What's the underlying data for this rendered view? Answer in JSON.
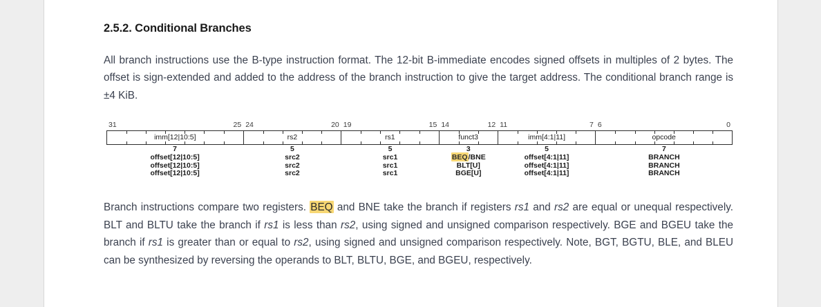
{
  "document": {
    "section_number_title": "2.5.2. Conditional Branches",
    "paragraph_1": "All branch instructions use the B-type instruction format. The 12-bit B-immediate encodes signed offsets in multiples of 2 bytes. The offset is sign-extended and added to the address of the branch instruction to give the target address. The conditional branch range is ±4 KiB.",
    "paragraph_2_parts": {
      "before_highlight": "Branch instructions compare two registers. ",
      "highlight": "BEQ",
      "after_highlight_1": " and BNE take the branch if registers ",
      "rs1_a": "rs1",
      "mid_1": " and ",
      "rs2_a": "rs2",
      "mid_2": " are equal or unequal respectively. BLT and BLTU take the branch if ",
      "rs1_b": "rs1",
      "mid_3": " is less than ",
      "rs2_b": "rs2",
      "mid_4": ", using signed and unsigned comparison respectively. BGE and BGEU take the branch if ",
      "rs1_c": "rs1",
      "mid_5": " is greater than or equal to ",
      "rs2_c": "rs2",
      "tail": ", using signed and unsigned comparison respectively. Note, BGT, BGTU, BLE, and BLEU can be synthesized by reversing the operands to BLT, BLTU, BGE, and BGEU, respectively."
    }
  },
  "figure": {
    "bit_labels": [
      {
        "text": "31",
        "bit": 31,
        "align": "left"
      },
      {
        "text": "25",
        "bit": 25,
        "align": "right"
      },
      {
        "text": "24",
        "bit": 24,
        "align": "left"
      },
      {
        "text": "20",
        "bit": 20,
        "align": "right"
      },
      {
        "text": "19",
        "bit": 19,
        "align": "left"
      },
      {
        "text": "15",
        "bit": 15,
        "align": "right"
      },
      {
        "text": "14",
        "bit": 14,
        "align": "left"
      },
      {
        "text": "12",
        "bit": 12,
        "align": "right"
      },
      {
        "text": "11",
        "bit": 11,
        "align": "left"
      },
      {
        "text": "7",
        "bit": 7,
        "align": "right"
      },
      {
        "text": "6",
        "bit": 6,
        "align": "left"
      },
      {
        "text": "0",
        "bit": 0,
        "align": "right"
      }
    ],
    "fields": [
      {
        "name": "imm[12|10:5]",
        "width_bits": 7,
        "hi": 31,
        "lo": 25
      },
      {
        "name": "rs2",
        "width_bits": 5,
        "hi": 24,
        "lo": 20
      },
      {
        "name": "rs1",
        "width_bits": 5,
        "hi": 19,
        "lo": 15
      },
      {
        "name": "funct3",
        "width_bits": 3,
        "hi": 14,
        "lo": 12
      },
      {
        "name": "imm[4:1|11]",
        "width_bits": 5,
        "hi": 11,
        "lo": 7
      },
      {
        "name": "opcode",
        "width_bits": 7,
        "hi": 6,
        "lo": 0
      }
    ],
    "notes": [
      {
        "width_label": "7",
        "rows": [
          {
            "text": "offset[12|10:5]",
            "highlight": false
          },
          {
            "text": "offset[12|10:5]",
            "highlight": false
          },
          {
            "text": "offset[12|10:5]",
            "highlight": false
          }
        ]
      },
      {
        "width_label": "5",
        "rows": [
          {
            "text": "src2",
            "highlight": false
          },
          {
            "text": "src2",
            "highlight": false
          },
          {
            "text": "src2",
            "highlight": false
          }
        ]
      },
      {
        "width_label": "5",
        "rows": [
          {
            "text": "src1",
            "highlight": false
          },
          {
            "text": "src1",
            "highlight": false
          },
          {
            "text": "src1",
            "highlight": false
          }
        ]
      },
      {
        "width_label": "3",
        "rows": [
          {
            "text": "BEQ",
            "suffix": "/BNE",
            "highlight": true
          },
          {
            "text": "BLT[U]",
            "highlight": false
          },
          {
            "text": "BGE[U]",
            "highlight": false
          }
        ]
      },
      {
        "width_label": "5",
        "rows": [
          {
            "text": "offset[4:1|11]",
            "highlight": false
          },
          {
            "text": "offset[4:1|11]",
            "highlight": false
          },
          {
            "text": "offset[4:1|11]",
            "highlight": false
          }
        ]
      },
      {
        "width_label": "7",
        "rows": [
          {
            "text": "BRANCH",
            "highlight": false
          },
          {
            "text": "BRANCH",
            "highlight": false
          },
          {
            "text": "BRANCH",
            "highlight": false
          }
        ]
      }
    ]
  },
  "colors": {
    "page_background": "#ffffff",
    "app_background": "#eeeeee",
    "body_text": "#3c4250",
    "heading": "#1a1a1a",
    "highlight": "#f7d774",
    "diagram_line": "#2b2b2b"
  }
}
